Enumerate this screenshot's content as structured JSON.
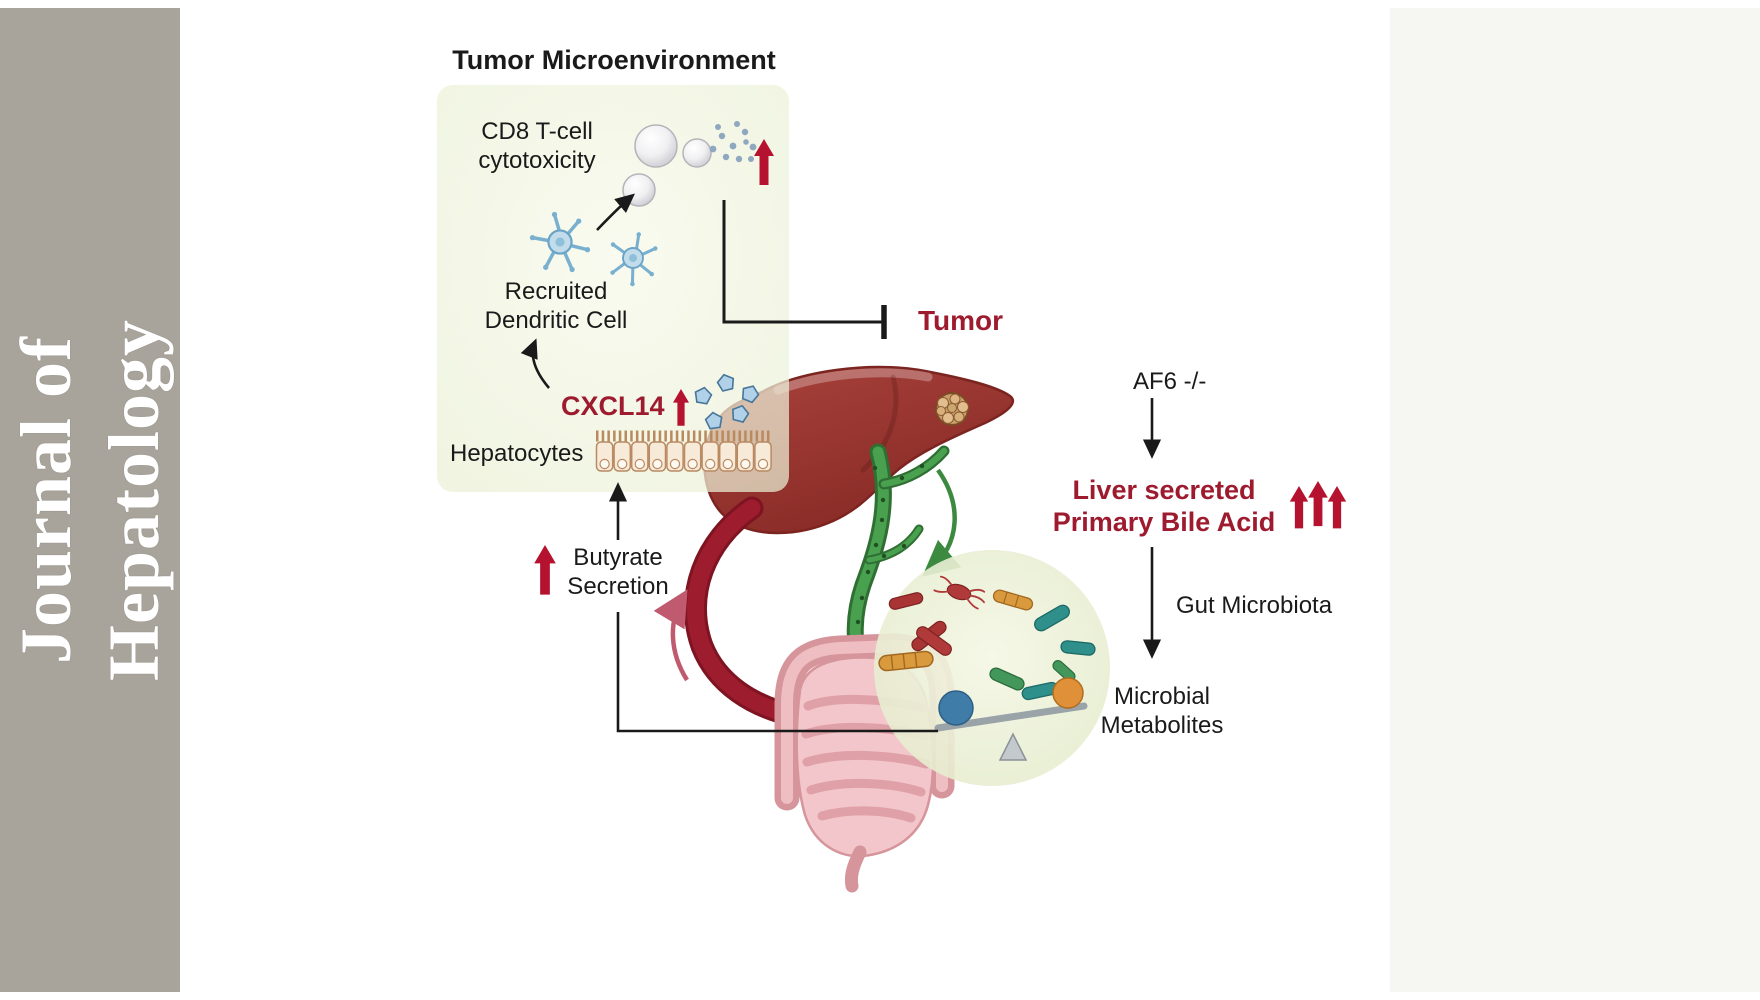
{
  "journal": {
    "line1": "Journal of",
    "line2": "Hepatology"
  },
  "tme": {
    "title": "Tumor Microenvironment",
    "cd8_line1": "CD8 T-cell",
    "cd8_line2": "cytotoxicity",
    "dc_line1": "Recruited",
    "dc_line2": "Dendritic Cell",
    "cxcl14": "CXCL14",
    "hepatocytes": "Hepatocytes"
  },
  "pathway": {
    "tumor": "Tumor",
    "butyrate_line1": "Butyrate",
    "butyrate_line2": "Secretion"
  },
  "right_column": {
    "af6": "AF6 -/-",
    "bile_line1": "Liver secreted",
    "bile_line2": "Primary Bile Acid",
    "gut_microbiota": "Gut Microbiota",
    "metabolites_line1": "Microbial",
    "metabolites_line2": "Metabolites"
  },
  "colors": {
    "accent_red": "#9e1b2f",
    "arrow_red": "#b5122f",
    "tme_box_green": "#ebf0d6",
    "gut_circle_green": "#e8eed3",
    "sidebar_gray": "#a8a49b",
    "liver_red": "#9c3431",
    "vein_green": "#3c8a40",
    "vessel_dark_red": "#9d1c2e"
  },
  "illustrations": {
    "liver": "liver-illustration",
    "tumor_nodule": "tumor-nodule-illustration",
    "portal_vein": "portal-vein-illustration",
    "hepatic_vessel": "hepatic-vessel-illustration",
    "intestines": "intestines-illustration",
    "gut_microbiota_circle": "gut-microbiota-illustration",
    "balance_scale": "balance-scale-icon",
    "dendritic_cells": "dendritic-cell-icon",
    "cd8_t_cells": "cd8-tcell-icon",
    "hepatocyte_layer": "hepatocytes-illustration",
    "cxcl14_molecules": "cxcl14-molecule-icon",
    "increase_arrows": "increase-arrow-icon"
  }
}
